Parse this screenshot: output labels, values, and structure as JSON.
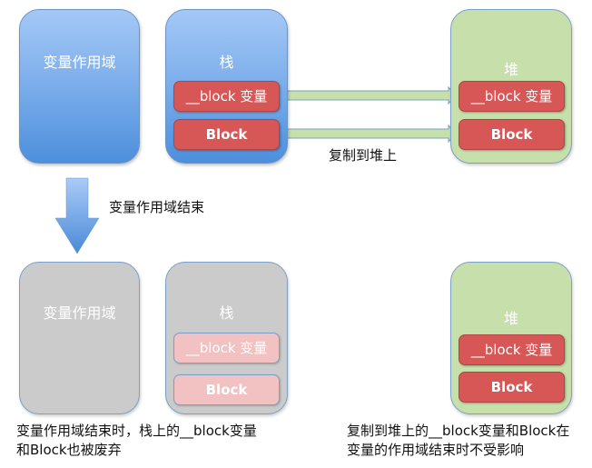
{
  "top": {
    "scope_box": {
      "title": "变量作用域"
    },
    "stack_box": {
      "title": "栈",
      "items": [
        "__block  变量",
        "Block"
      ]
    },
    "heap_box": {
      "title": "堆",
      "items": [
        "__block  变量",
        "Block"
      ]
    },
    "copy_label": "复制到堆上"
  },
  "transition": {
    "label": "变量作用域结束"
  },
  "bottom": {
    "scope_box": {
      "title": "变量作用域"
    },
    "stack_box": {
      "title": "栈",
      "items": [
        "__block  变量",
        "Block"
      ]
    },
    "heap_box": {
      "title": "堆",
      "items": [
        "__block  变量",
        "Block"
      ]
    },
    "caption_left": [
      "变量作用域结束时，栈上的__block变量",
      "和Block也被废弃"
    ],
    "caption_right": [
      "复制到堆上的__block变量和Block在",
      "变量的作用域结束时不受影响"
    ]
  },
  "colors": {
    "blue": "#4d8fdc",
    "green": "#c7e0ab",
    "gray": "#cbcbcb",
    "red": "#d75656",
    "pink": "#f2c1c1"
  }
}
